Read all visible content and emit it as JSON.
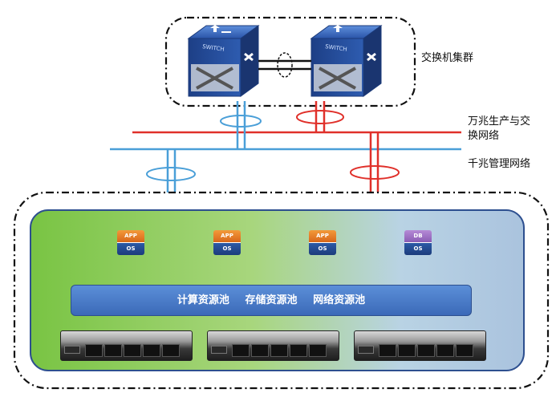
{
  "labels": {
    "switch_cluster": "交换机集群",
    "ten_gig_net": "万兆生产与交\n换网络",
    "gig_mgmt_net": "千兆管理网络"
  },
  "switch_text": "SWITCH",
  "vms": [
    {
      "app": "APP",
      "os": "OS"
    },
    {
      "app": "APP",
      "os": "OS"
    },
    {
      "app": "APP",
      "os": "OS"
    },
    {
      "app": "DB",
      "os": "OS"
    }
  ],
  "pools": "计算资源池   存储资源池   网络资源池",
  "colors": {
    "red": "#e0302a",
    "blue": "#4a9fd8",
    "green": "#7dc242",
    "pool": "#3b69b8"
  }
}
